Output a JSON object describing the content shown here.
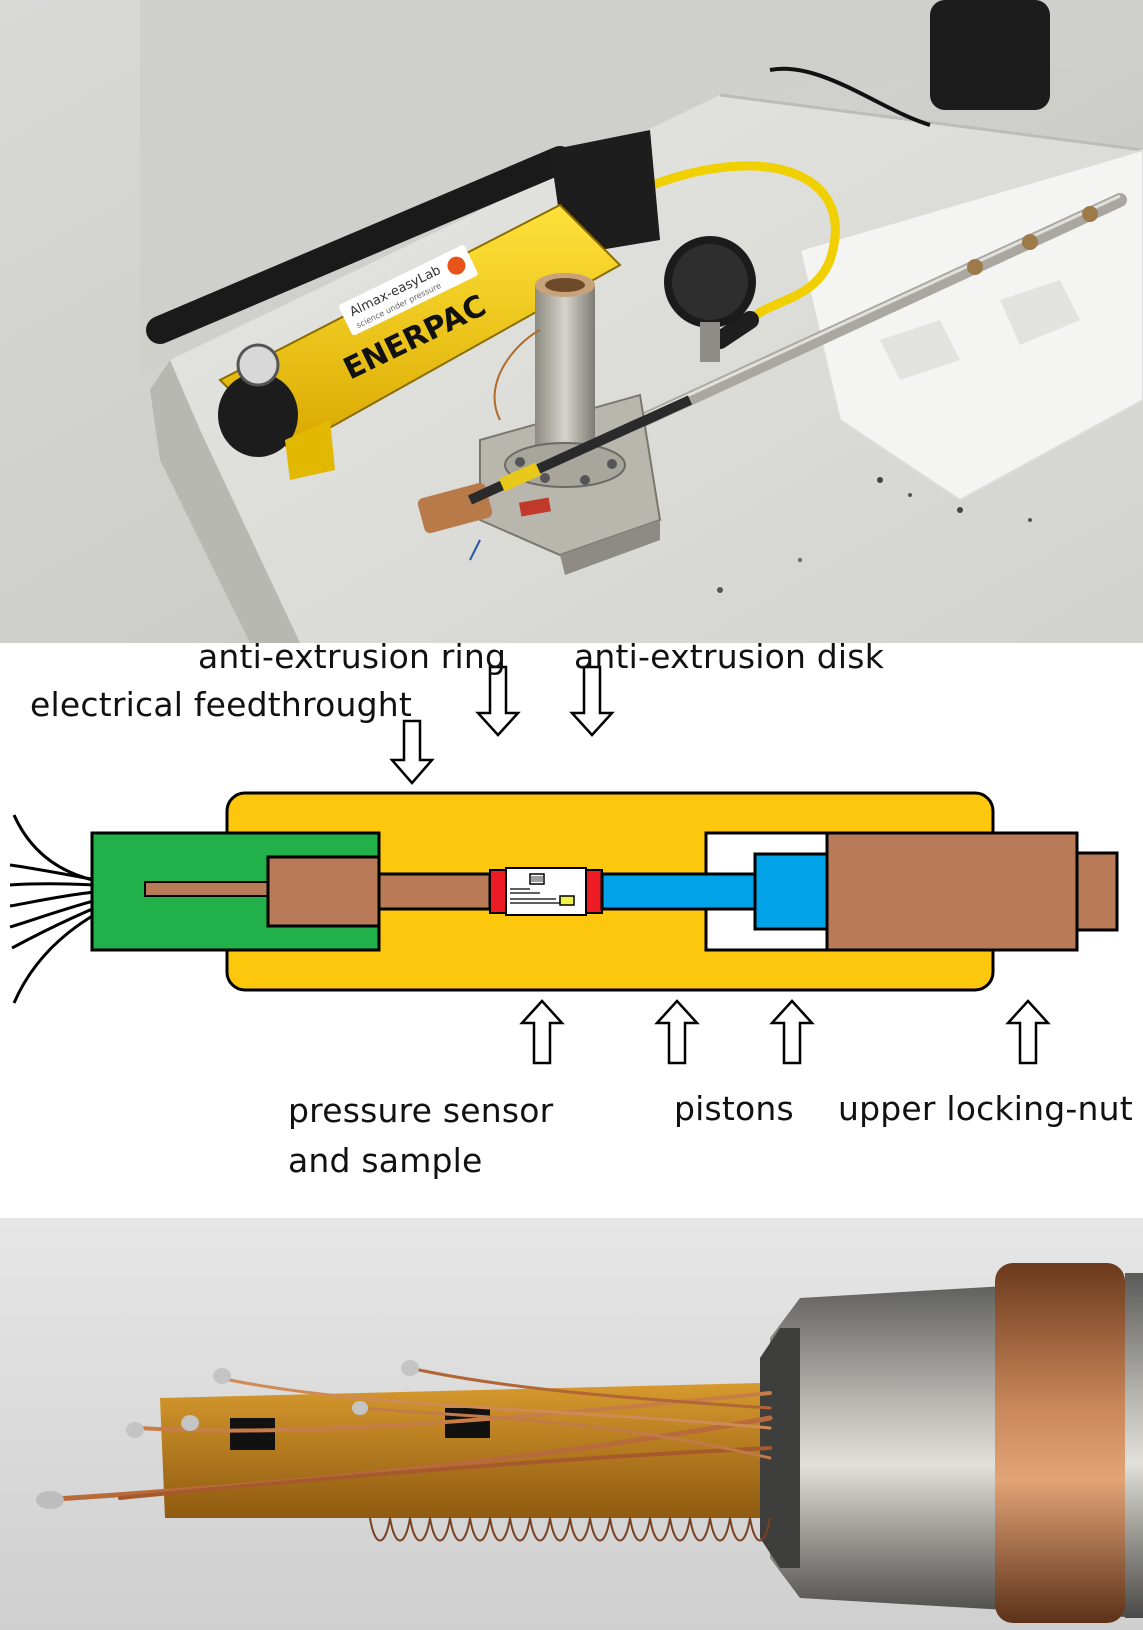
{
  "photo_top": {
    "pump_brand": "ENERPAC",
    "pump_sticker": "Almax-easyLab",
    "pump_sticker_sub": "science under pressure"
  },
  "diagram": {
    "labels": {
      "anti_extrusion_ring": "anti-extrusion ring",
      "anti_extrusion_disk": "anti-extrusion disk",
      "electrical_feedthrough": "electrical feedthrought",
      "pressure_sensor_line1": "pressure sensor",
      "pressure_sensor_line2": "and sample",
      "pistons": "pistons",
      "upper_locking_nut": "upper locking-nut"
    },
    "colors": {
      "body": "#fcc70c",
      "plug": "#22b04b",
      "copper": "#b97a57",
      "piston": "#00a2e8",
      "ring": "#ed1c24",
      "outline": "#000000"
    }
  }
}
